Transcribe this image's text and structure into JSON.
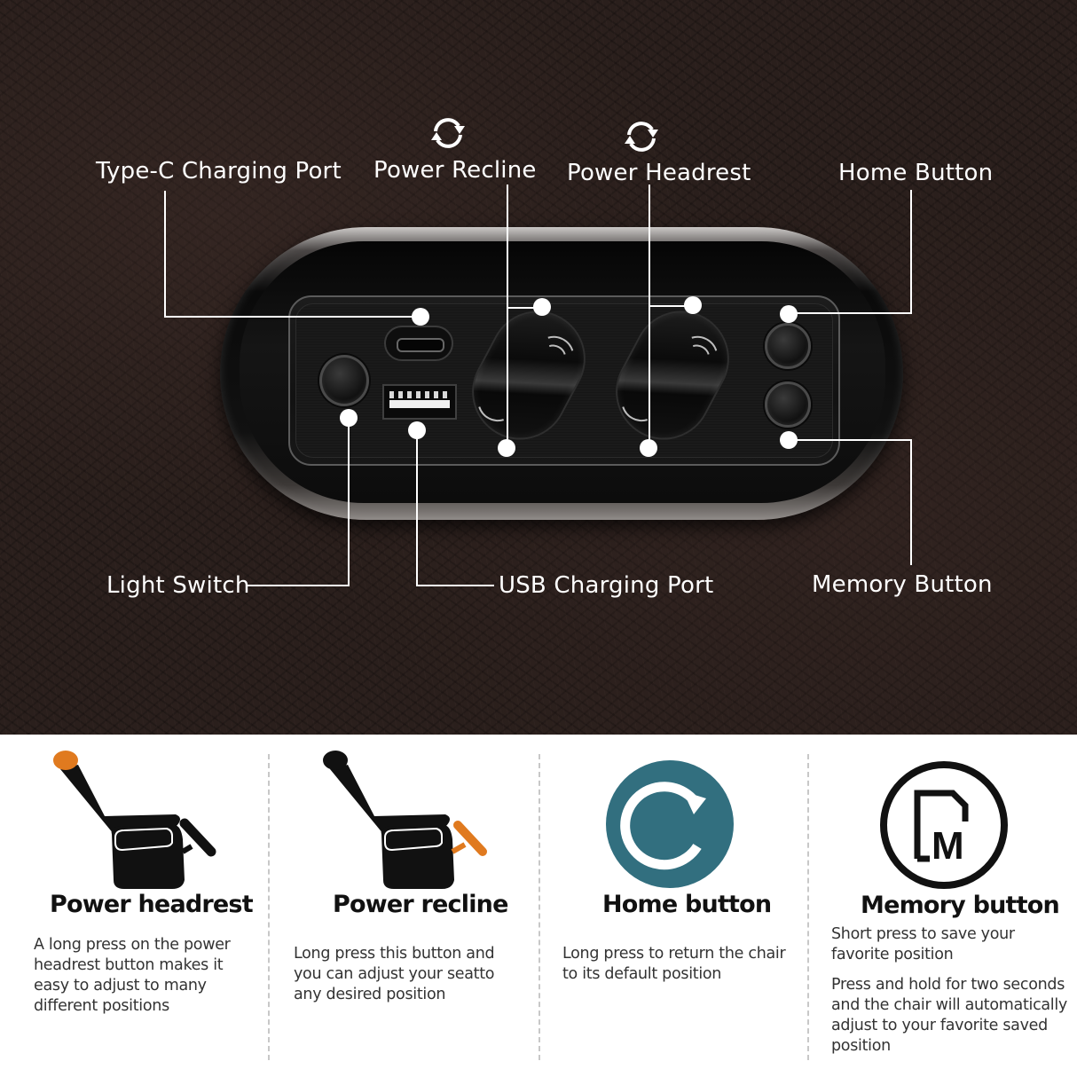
{
  "hero": {
    "labels": {
      "type_c": "Type-C Charging Port",
      "power_recline": "Power Recline",
      "power_headrest": "Power Headrest",
      "home_button": "Home Button",
      "light_switch": "Light Switch",
      "usb_port": "USB Charging Port",
      "memory_button": "Memory Button"
    },
    "icons": {
      "power_recline": "rotate-arrows-icon",
      "power_headrest": "rotate-arrows-icon"
    },
    "colors": {
      "background": "#2a1f1c",
      "label_text": "#ffffff",
      "callout_line": "#ffffff"
    }
  },
  "features": [
    {
      "title": "Power headrest",
      "icon": "recliner-headrest-icon",
      "description": "A long press on the power headrest button makes it easy to adjust to many different positions"
    },
    {
      "title": "Power recline",
      "icon": "recliner-footrest-icon",
      "description": "Long press this button and you can adjust your seatto any desired position"
    },
    {
      "title": "Home button",
      "icon": "home-return-icon",
      "description": "Long press to return the chair to its default position"
    },
    {
      "title": "Memory button",
      "icon": "memory-m-icon",
      "description_1": "Short press to save your favorite position",
      "description_2": "Press and hold for two seconds and the chair will automatically adjust to your favorite saved position"
    }
  ],
  "colors": {
    "accent_orange": "#e07a1f",
    "home_teal": "#326f7f",
    "icon_black": "#111111",
    "divider": "#c8c8c8"
  }
}
